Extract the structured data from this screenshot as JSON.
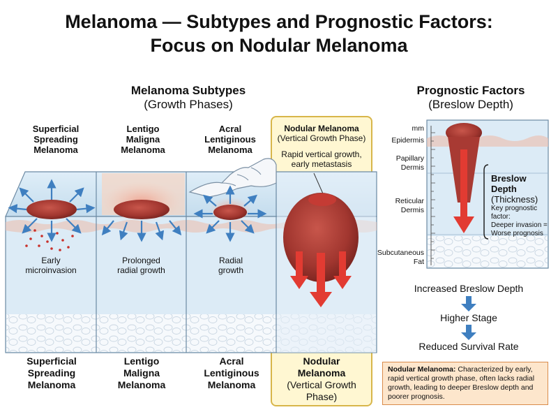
{
  "title": {
    "line1": "Melanoma — Subtypes and Prognostic Factors:",
    "line2": "Focus on Nodular Melanoma"
  },
  "subtypes_section": {
    "heading": "Melanoma Subtypes",
    "subheading": "(Growth Phases)"
  },
  "prognostic_section": {
    "heading": "Prognostic Factors",
    "subheading": "(Breslow Depth)"
  },
  "panels": [
    {
      "top_label": [
        "Superficial",
        "Spreading",
        "Melanoma"
      ],
      "note": [
        "Early",
        "microinvasion"
      ],
      "bottom_label": [
        "Superficial",
        "Spreading",
        "Melanoma"
      ]
    },
    {
      "top_label": [
        "Lentigo",
        "Maligna",
        "Melanoma"
      ],
      "note": [
        "Prolonged",
        "radial growth"
      ],
      "bottom_label": [
        "Lentigo",
        "Maligna",
        "Melanoma"
      ]
    },
    {
      "top_label": [
        "Acral",
        "Lentiginous",
        "Melanoma"
      ],
      "note": [
        "Radial",
        "growth"
      ],
      "bottom_label": [
        "Acral",
        "Lentiginous",
        "Melanoma"
      ]
    },
    {
      "top_label": [
        "Nodular Melanoma",
        "(Vertical Growth Phase)"
      ],
      "note": [
        "Rapid vertical growth,",
        "early metastasis"
      ],
      "bottom_label": [
        "Nodular",
        "Melanoma",
        "(Vertical Growth",
        "Phase)"
      ]
    }
  ],
  "breslow": {
    "unit": "mm",
    "layers": [
      "Epidermis",
      "Papillary Dermis",
      "Reticular Dermis",
      "Subcutaneous Fat"
    ],
    "bracket_title": [
      "Breslow",
      "Depth"
    ],
    "bracket_sub": "(Thickness)",
    "bracket_note": [
      "Key prognostic factor:",
      "Deeper invasion =",
      "Worse prognosis"
    ]
  },
  "flow": [
    "Increased Breslow Depth",
    "Higher Stage",
    "Reduced Survival Rate"
  ],
  "info_box": {
    "lead": "Nodular Melanoma:",
    "text": "Characterized by early, rapid vertical growth phase, often lacks radial growth, leading to deeper Breslow depth and poorer prognosis."
  },
  "colors": {
    "tumor": "#a83a33",
    "invasion_arrow": "#e23b32",
    "radial_arrow": "#3f7fc0",
    "skin": "#cfe4f2",
    "highlight": "#fff7d2",
    "info_box": "#fde6cc"
  }
}
